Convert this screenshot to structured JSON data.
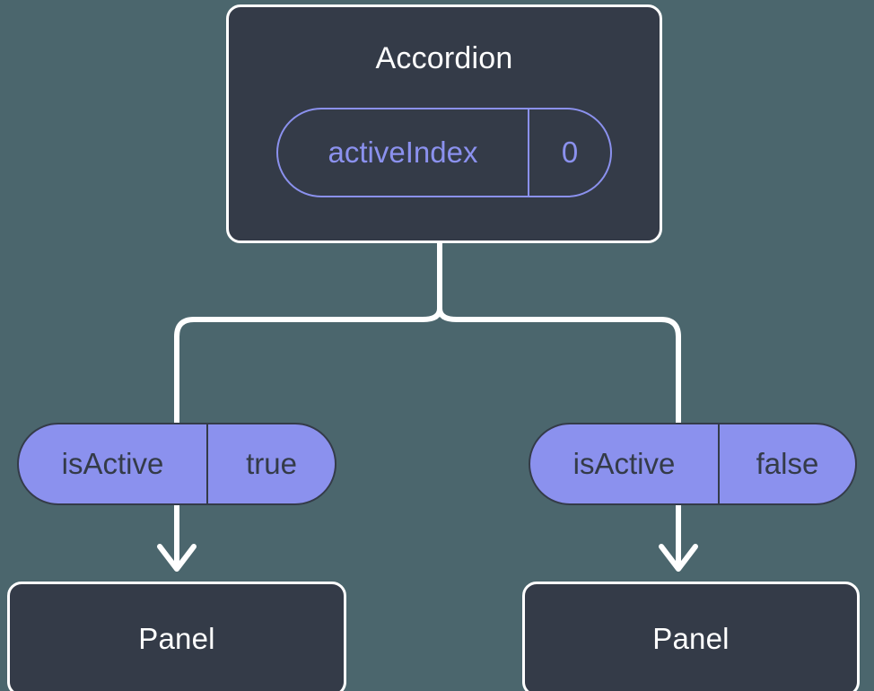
{
  "diagram": {
    "type": "component-tree",
    "background_color": "#4b666d",
    "node_color": "#343b48",
    "accent_color": "#8b91ee",
    "line_color": "#ffffff",
    "root": {
      "title": "Accordion",
      "state": {
        "key": "activeIndex",
        "value": "0"
      }
    },
    "branches": [
      {
        "prop": {
          "key": "isActive",
          "value": "true"
        },
        "child": {
          "title": "Panel"
        }
      },
      {
        "prop": {
          "key": "isActive",
          "value": "false"
        },
        "child": {
          "title": "Panel"
        }
      }
    ]
  }
}
